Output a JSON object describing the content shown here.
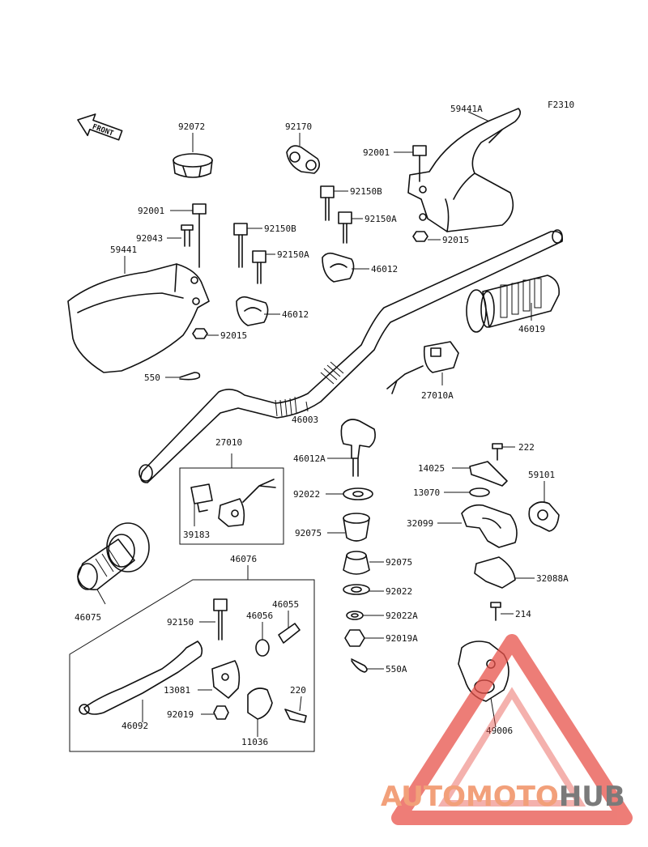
{
  "figure_code": "F2310",
  "front_arrow": "FRONT",
  "labels": [
    {
      "id": "59441A",
      "text": "59441A"
    },
    {
      "id": "92072",
      "text": "92072"
    },
    {
      "id": "92170",
      "text": "92170"
    },
    {
      "id": "92001-r",
      "text": "92001"
    },
    {
      "id": "92150B-a",
      "text": "92150B"
    },
    {
      "id": "92150A-a",
      "text": "92150A"
    },
    {
      "id": "92015-r",
      "text": "92015"
    },
    {
      "id": "92001-l",
      "text": "92001"
    },
    {
      "id": "92043",
      "text": "92043"
    },
    {
      "id": "59441",
      "text": "59441"
    },
    {
      "id": "92150B-b",
      "text": "92150B"
    },
    {
      "id": "92150A-b",
      "text": "92150A"
    },
    {
      "id": "46012-a",
      "text": "46012"
    },
    {
      "id": "46012-b",
      "text": "46012"
    },
    {
      "id": "92015-l",
      "text": "92015"
    },
    {
      "id": "46019",
      "text": "46019"
    },
    {
      "id": "550",
      "text": "550"
    },
    {
      "id": "27010A",
      "text": "27010A"
    },
    {
      "id": "46003",
      "text": "46003"
    },
    {
      "id": "27010",
      "text": "27010"
    },
    {
      "id": "46012A",
      "text": "46012A"
    },
    {
      "id": "222",
      "text": "222"
    },
    {
      "id": "14025",
      "text": "14025"
    },
    {
      "id": "59101",
      "text": "59101"
    },
    {
      "id": "92022-a",
      "text": "92022"
    },
    {
      "id": "13070",
      "text": "13070"
    },
    {
      "id": "32099",
      "text": "32099"
    },
    {
      "id": "39183",
      "text": "39183"
    },
    {
      "id": "92075-a",
      "text": "92075"
    },
    {
      "id": "46076",
      "text": "46076"
    },
    {
      "id": "92075-b",
      "text": "92075"
    },
    {
      "id": "32088A",
      "text": "32088A"
    },
    {
      "id": "92022-b",
      "text": "92022"
    },
    {
      "id": "46055",
      "text": "46055"
    },
    {
      "id": "46056",
      "text": "46056"
    },
    {
      "id": "92150",
      "text": "92150"
    },
    {
      "id": "46075",
      "text": "46075"
    },
    {
      "id": "214",
      "text": "214"
    },
    {
      "id": "92022A",
      "text": "92022A"
    },
    {
      "id": "92019A",
      "text": "92019A"
    },
    {
      "id": "550A",
      "text": "550A"
    },
    {
      "id": "220",
      "text": "220"
    },
    {
      "id": "13081",
      "text": "13081"
    },
    {
      "id": "92019",
      "text": "92019"
    },
    {
      "id": "46092",
      "text": "46092"
    },
    {
      "id": "11036",
      "text": "11036"
    },
    {
      "id": "49006",
      "text": "49006"
    }
  ],
  "watermark": {
    "part1": "AUTOMOTO",
    "part2": "HUB",
    "color1": "#f2a07a",
    "color2": "#7a7a7a",
    "triangle": "#e8524a"
  }
}
